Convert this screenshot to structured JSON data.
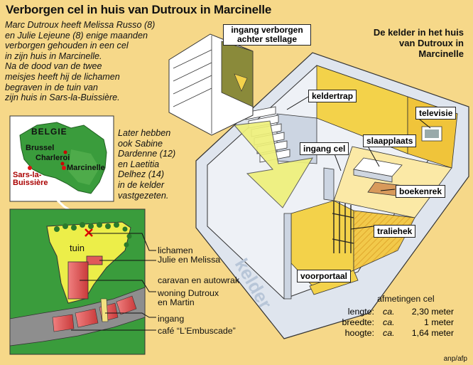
{
  "title": "Verborgen cel in huis van Dutroux in Marcinelle",
  "intro_lines": [
    "Marc Dutroux heeft Melissa Russo (8)",
    "en Julie Lejeune (8) enige maanden",
    "verborgen gehouden in een cel",
    "in zijn huis in Marcinelle.",
    "Na de dood van de twee",
    "meisjes heeft hij de lichamen",
    "begraven in de tuin van",
    "zijn huis in Sars-la-Buissière."
  ],
  "later_lines": [
    "Later hebben",
    "ook Sabine",
    "Dardenne (12)",
    "en Laetitia",
    "Delhez (14)",
    "in de kelder",
    "vastgezeten."
  ],
  "inset_title_lines": [
    "De kelder in het huis",
    "van Dutroux in",
    "Marcinelle"
  ],
  "map": {
    "country": "BELGIE",
    "cities": [
      "Brussel",
      "Charleroi",
      "Marcinelle"
    ],
    "site_lines": [
      "Sars-la-",
      "Buissière"
    ]
  },
  "house_labels": {
    "hidden_entrance": [
      "ingang verborgen",
      "achter stellage"
    ],
    "cellar_stairs": "keldertrap",
    "cell_entrance": "ingang cel",
    "television": "televisie",
    "sleeping_place": "slaapplaats",
    "bookcase": "boekenrek",
    "grating": "traliehek",
    "vestibule": "voorportaal",
    "cellar": "kelder"
  },
  "plot": {
    "garden": "tuin",
    "legend": [
      {
        "key": "bodies",
        "lines": [
          "lichamen",
          "Julie en Melissa"
        ]
      },
      {
        "key": "caravan",
        "lines": [
          "caravan en autowrak"
        ]
      },
      {
        "key": "house",
        "lines": [
          "woning Dutroux",
          "en Martin"
        ]
      },
      {
        "key": "entrance",
        "lines": [
          "ingang"
        ]
      },
      {
        "key": "cafe",
        "lines": [
          "café “L'Embuscade”"
        ]
      }
    ]
  },
  "measurements": {
    "title": "afmetingen cel",
    "rows": [
      {
        "label": "lengte:",
        "prefix": "ca.",
        "value": "2,30 meter"
      },
      {
        "label": "breedte:",
        "prefix": "ca.",
        "value": "1 meter"
      },
      {
        "label": "hoogte:",
        "prefix": "ca.",
        "value": "1,64 meter"
      }
    ]
  },
  "credit": "anp/afp",
  "colors": {
    "background": "#f6d889",
    "wall": "#dfe5ee",
    "wall_shade": "#9eb0c6",
    "floor_yellow": "#f3d24a",
    "map_green": "#3a9c3c",
    "garden_yellow": "#ecee49",
    "house_red": "#e05a59",
    "arrow_yellow": "#eef07a"
  }
}
